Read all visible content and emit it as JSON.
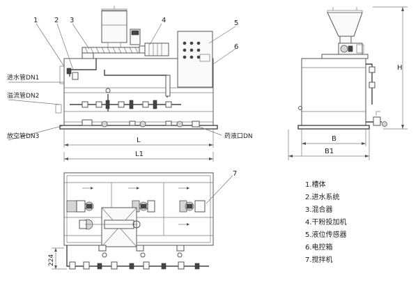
{
  "callouts": [
    "1",
    "2",
    "3",
    "4",
    "5",
    "6",
    "7"
  ],
  "pipes": {
    "inlet": "进水管DN1",
    "overflow": "溢流管DN2",
    "drain": "放空管DN3",
    "outlet": "药液口DN"
  },
  "dimensions": {
    "L": "L",
    "L1": "L1",
    "B": "B",
    "B1": "B1",
    "H": "H",
    "h224": "224"
  },
  "legend": [
    "1.槽体",
    "2.进水系统",
    "3.混合器",
    "4.干粉投加机",
    "5.液位传感器",
    "6.电控箱",
    "7.搅拌机"
  ]
}
